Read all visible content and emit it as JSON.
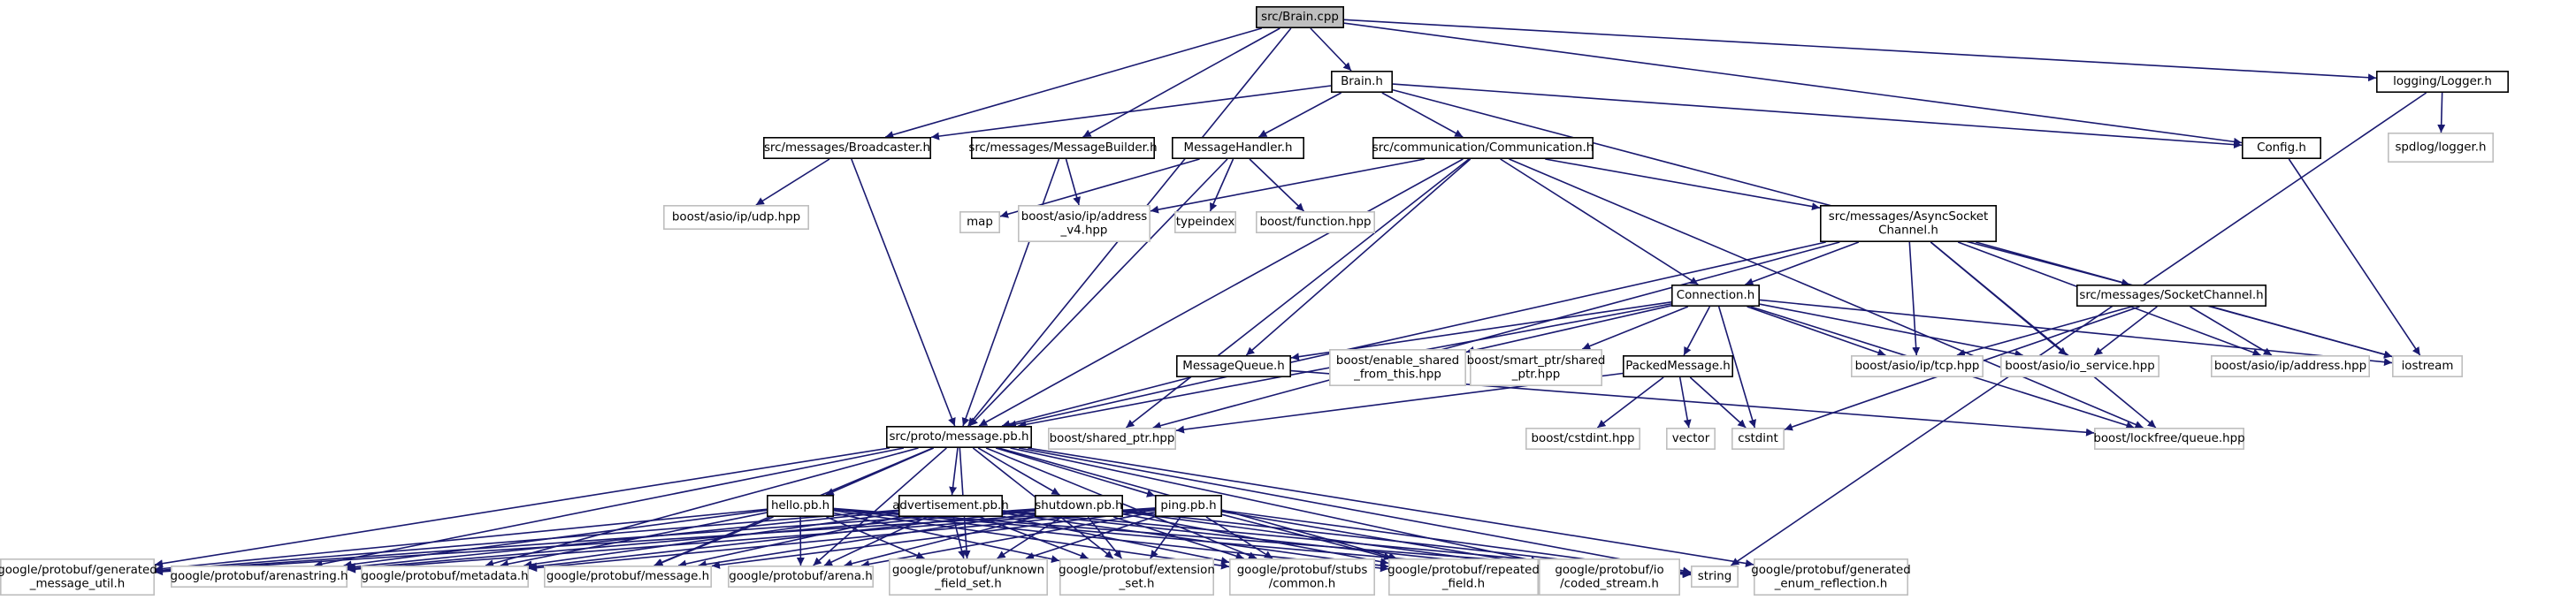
{
  "colors": {
    "edge": "#191970",
    "root_fill": "#bfbfbf",
    "project_border": "#000000",
    "external_border": "#bfbfbf",
    "text": "#000000",
    "background": "#ffffff"
  },
  "nodes": [
    {
      "id": "brain_cpp",
      "lines": [
        "src/Brain.cpp"
      ],
      "kind": "root"
    },
    {
      "id": "brain_h",
      "lines": [
        "Brain.h"
      ],
      "kind": "project"
    },
    {
      "id": "logger_h",
      "lines": [
        "logging/Logger.h"
      ],
      "kind": "project"
    },
    {
      "id": "broadcaster_h",
      "lines": [
        "src/messages/Broadcaster.h"
      ],
      "kind": "project"
    },
    {
      "id": "messagebuilder_h",
      "lines": [
        "src/messages/MessageBuilder.h"
      ],
      "kind": "project"
    },
    {
      "id": "messagehandler_h",
      "lines": [
        "MessageHandler.h"
      ],
      "kind": "project"
    },
    {
      "id": "communication_h",
      "lines": [
        "src/communication/Communication.h"
      ],
      "kind": "project"
    },
    {
      "id": "config_h",
      "lines": [
        "Config.h"
      ],
      "kind": "project"
    },
    {
      "id": "spdlog_logger_h",
      "lines": [
        "spdlog/logger.h"
      ],
      "kind": "external"
    },
    {
      "id": "boost_udp",
      "lines": [
        "boost/asio/ip/udp.hpp"
      ],
      "kind": "external"
    },
    {
      "id": "map",
      "lines": [
        "map"
      ],
      "kind": "external"
    },
    {
      "id": "boost_address_v4",
      "lines": [
        "boost/asio/ip/address",
        "_v4.hpp"
      ],
      "kind": "external"
    },
    {
      "id": "typeindex",
      "lines": [
        "typeindex"
      ],
      "kind": "external"
    },
    {
      "id": "boost_function",
      "lines": [
        "boost/function.hpp"
      ],
      "kind": "external"
    },
    {
      "id": "asyncsocketchannel_h",
      "lines": [
        "src/messages/AsyncSocket",
        "Channel.h"
      ],
      "kind": "project"
    },
    {
      "id": "connection_h",
      "lines": [
        "Connection.h"
      ],
      "kind": "project"
    },
    {
      "id": "socketchannel_h",
      "lines": [
        "src/messages/SocketChannel.h"
      ],
      "kind": "project"
    },
    {
      "id": "messagequeue_h",
      "lines": [
        "MessageQueue.h"
      ],
      "kind": "project"
    },
    {
      "id": "boost_enable_shared",
      "lines": [
        "boost/enable_shared",
        "_from_this.hpp"
      ],
      "kind": "external"
    },
    {
      "id": "boost_smart_ptr_shared",
      "lines": [
        "boost/smart_ptr/shared",
        "_ptr.hpp"
      ],
      "kind": "external"
    },
    {
      "id": "packedmessage_h",
      "lines": [
        "PackedMessage.h"
      ],
      "kind": "project"
    },
    {
      "id": "boost_tcp",
      "lines": [
        "boost/asio/ip/tcp.hpp"
      ],
      "kind": "external"
    },
    {
      "id": "boost_io_service",
      "lines": [
        "boost/asio/io_service.hpp"
      ],
      "kind": "external"
    },
    {
      "id": "boost_address",
      "lines": [
        "boost/asio/ip/address.hpp"
      ],
      "kind": "external"
    },
    {
      "id": "iostream",
      "lines": [
        "iostream"
      ],
      "kind": "external"
    },
    {
      "id": "message_pb_h",
      "lines": [
        "src/proto/message.pb.h"
      ],
      "kind": "project"
    },
    {
      "id": "boost_shared_ptr",
      "lines": [
        "boost/shared_ptr.hpp"
      ],
      "kind": "external"
    },
    {
      "id": "boost_cstdint",
      "lines": [
        "boost/cstdint.hpp"
      ],
      "kind": "external"
    },
    {
      "id": "vector",
      "lines": [
        "vector"
      ],
      "kind": "external"
    },
    {
      "id": "cstdint",
      "lines": [
        "cstdint"
      ],
      "kind": "external"
    },
    {
      "id": "boost_lockfree_queue",
      "lines": [
        "boost/lockfree/queue.hpp"
      ],
      "kind": "external"
    },
    {
      "id": "hello_pb_h",
      "lines": [
        "hello.pb.h"
      ],
      "kind": "project"
    },
    {
      "id": "advertisement_pb_h",
      "lines": [
        "advertisement.pb.h"
      ],
      "kind": "project"
    },
    {
      "id": "shutdown_pb_h",
      "lines": [
        "shutdown.pb.h"
      ],
      "kind": "project"
    },
    {
      "id": "ping_pb_h",
      "lines": [
        "ping.pb.h"
      ],
      "kind": "project"
    },
    {
      "id": "gp_generated_message_util",
      "lines": [
        "google/protobuf/generated",
        "_message_util.h"
      ],
      "kind": "external"
    },
    {
      "id": "gp_arenastring",
      "lines": [
        "google/protobuf/arenastring.h"
      ],
      "kind": "external"
    },
    {
      "id": "gp_metadata",
      "lines": [
        "google/protobuf/metadata.h"
      ],
      "kind": "external"
    },
    {
      "id": "gp_message",
      "lines": [
        "google/protobuf/message.h"
      ],
      "kind": "external"
    },
    {
      "id": "gp_arena",
      "lines": [
        "google/protobuf/arena.h"
      ],
      "kind": "external"
    },
    {
      "id": "gp_unknown_field_set",
      "lines": [
        "google/protobuf/unknown",
        "_field_set.h"
      ],
      "kind": "external"
    },
    {
      "id": "gp_extension_set",
      "lines": [
        "google/protobuf/extension",
        "_set.h"
      ],
      "kind": "external"
    },
    {
      "id": "gp_stubs_common",
      "lines": [
        "google/protobuf/stubs",
        "/common.h"
      ],
      "kind": "external"
    },
    {
      "id": "gp_repeated_field",
      "lines": [
        "google/protobuf/repeated",
        "_field.h"
      ],
      "kind": "external"
    },
    {
      "id": "gp_io_coded_stream",
      "lines": [
        "google/protobuf/io",
        "/coded_stream.h"
      ],
      "kind": "external"
    },
    {
      "id": "string",
      "lines": [
        "string"
      ],
      "kind": "external"
    },
    {
      "id": "gp_generated_enum_reflection",
      "lines": [
        "google/protobuf/generated",
        "_enum_reflection.h"
      ],
      "kind": "external"
    }
  ],
  "edges": [
    [
      "brain_cpp",
      "brain_h"
    ],
    [
      "brain_cpp",
      "logger_h"
    ],
    [
      "brain_cpp",
      "broadcaster_h"
    ],
    [
      "brain_cpp",
      "messagebuilder_h"
    ],
    [
      "brain_cpp",
      "config_h"
    ],
    [
      "brain_cpp",
      "message_pb_h"
    ],
    [
      "brain_h",
      "broadcaster_h"
    ],
    [
      "brain_h",
      "messagehandler_h"
    ],
    [
      "brain_h",
      "communication_h"
    ],
    [
      "brain_h",
      "config_h"
    ],
    [
      "brain_h",
      "socketchannel_h"
    ],
    [
      "logger_h",
      "spdlog_logger_h"
    ],
    [
      "logger_h",
      "string"
    ],
    [
      "broadcaster_h",
      "boost_udp"
    ],
    [
      "broadcaster_h",
      "message_pb_h"
    ],
    [
      "messagebuilder_h",
      "boost_address_v4"
    ],
    [
      "messagebuilder_h",
      "message_pb_h"
    ],
    [
      "messagehandler_h",
      "map"
    ],
    [
      "messagehandler_h",
      "typeindex"
    ],
    [
      "messagehandler_h",
      "boost_function"
    ],
    [
      "messagehandler_h",
      "message_pb_h"
    ],
    [
      "communication_h",
      "boost_address_v4"
    ],
    [
      "communication_h",
      "asyncsocketchannel_h"
    ],
    [
      "communication_h",
      "connection_h"
    ],
    [
      "communication_h",
      "messagequeue_h"
    ],
    [
      "communication_h",
      "message_pb_h"
    ],
    [
      "communication_h",
      "boost_shared_ptr"
    ],
    [
      "communication_h",
      "boost_lockfree_queue"
    ],
    [
      "config_h",
      "iostream"
    ],
    [
      "asyncsocketchannel_h",
      "connection_h"
    ],
    [
      "asyncsocketchannel_h",
      "boost_tcp"
    ],
    [
      "asyncsocketchannel_h",
      "boost_io_service"
    ],
    [
      "asyncsocketchannel_h",
      "boost_address"
    ],
    [
      "asyncsocketchannel_h",
      "iostream"
    ],
    [
      "asyncsocketchannel_h",
      "message_pb_h"
    ],
    [
      "asyncsocketchannel_h",
      "boost_shared_ptr"
    ],
    [
      "asyncsocketchannel_h",
      "boost_lockfree_queue"
    ],
    [
      "connection_h",
      "messagequeue_h"
    ],
    [
      "connection_h",
      "boost_enable_shared"
    ],
    [
      "connection_h",
      "boost_smart_ptr_shared"
    ],
    [
      "connection_h",
      "packedmessage_h"
    ],
    [
      "connection_h",
      "boost_tcp"
    ],
    [
      "connection_h",
      "boost_io_service"
    ],
    [
      "connection_h",
      "iostream"
    ],
    [
      "connection_h",
      "cstdint"
    ],
    [
      "connection_h",
      "boost_lockfree_queue"
    ],
    [
      "connection_h",
      "message_pb_h"
    ],
    [
      "socketchannel_h",
      "boost_tcp"
    ],
    [
      "socketchannel_h",
      "boost_io_service"
    ],
    [
      "socketchannel_h",
      "boost_address"
    ],
    [
      "socketchannel_h",
      "iostream"
    ],
    [
      "socketchannel_h",
      "cstdint"
    ],
    [
      "messagequeue_h",
      "message_pb_h"
    ],
    [
      "messagequeue_h",
      "boost_lockfree_queue"
    ],
    [
      "packedmessage_h",
      "boost_shared_ptr"
    ],
    [
      "packedmessage_h",
      "boost_cstdint"
    ],
    [
      "packedmessage_h",
      "vector"
    ],
    [
      "packedmessage_h",
      "cstdint"
    ],
    [
      "message_pb_h",
      "hello_pb_h"
    ],
    [
      "message_pb_h",
      "advertisement_pb_h"
    ],
    [
      "message_pb_h",
      "shutdown_pb_h"
    ],
    [
      "message_pb_h",
      "ping_pb_h"
    ],
    [
      "message_pb_h",
      "gp_generated_message_util"
    ],
    [
      "message_pb_h",
      "gp_arenastring"
    ],
    [
      "message_pb_h",
      "gp_metadata"
    ],
    [
      "message_pb_h",
      "gp_message"
    ],
    [
      "message_pb_h",
      "gp_arena"
    ],
    [
      "message_pb_h",
      "gp_unknown_field_set"
    ],
    [
      "message_pb_h",
      "gp_extension_set"
    ],
    [
      "message_pb_h",
      "gp_stubs_common"
    ],
    [
      "message_pb_h",
      "gp_repeated_field"
    ],
    [
      "message_pb_h",
      "gp_io_coded_stream"
    ],
    [
      "message_pb_h",
      "string"
    ],
    [
      "message_pb_h",
      "gp_generated_enum_reflection"
    ],
    [
      "hello_pb_h",
      "gp_generated_message_util"
    ],
    [
      "hello_pb_h",
      "gp_arenastring"
    ],
    [
      "hello_pb_h",
      "gp_metadata"
    ],
    [
      "hello_pb_h",
      "gp_message"
    ],
    [
      "hello_pb_h",
      "gp_arena"
    ],
    [
      "hello_pb_h",
      "gp_unknown_field_set"
    ],
    [
      "hello_pb_h",
      "gp_extension_set"
    ],
    [
      "hello_pb_h",
      "gp_stubs_common"
    ],
    [
      "hello_pb_h",
      "gp_repeated_field"
    ],
    [
      "hello_pb_h",
      "gp_io_coded_stream"
    ],
    [
      "hello_pb_h",
      "string"
    ],
    [
      "advertisement_pb_h",
      "gp_generated_message_util"
    ],
    [
      "advertisement_pb_h",
      "gp_arenastring"
    ],
    [
      "advertisement_pb_h",
      "gp_metadata"
    ],
    [
      "advertisement_pb_h",
      "gp_message"
    ],
    [
      "advertisement_pb_h",
      "gp_arena"
    ],
    [
      "advertisement_pb_h",
      "gp_unknown_field_set"
    ],
    [
      "advertisement_pb_h",
      "gp_extension_set"
    ],
    [
      "advertisement_pb_h",
      "gp_stubs_common"
    ],
    [
      "advertisement_pb_h",
      "gp_repeated_field"
    ],
    [
      "advertisement_pb_h",
      "gp_io_coded_stream"
    ],
    [
      "advertisement_pb_h",
      "string"
    ],
    [
      "shutdown_pb_h",
      "gp_generated_message_util"
    ],
    [
      "shutdown_pb_h",
      "gp_arenastring"
    ],
    [
      "shutdown_pb_h",
      "gp_metadata"
    ],
    [
      "shutdown_pb_h",
      "gp_message"
    ],
    [
      "shutdown_pb_h",
      "gp_arena"
    ],
    [
      "shutdown_pb_h",
      "gp_unknown_field_set"
    ],
    [
      "shutdown_pb_h",
      "gp_extension_set"
    ],
    [
      "shutdown_pb_h",
      "gp_stubs_common"
    ],
    [
      "shutdown_pb_h",
      "gp_repeated_field"
    ],
    [
      "shutdown_pb_h",
      "gp_io_coded_stream"
    ],
    [
      "shutdown_pb_h",
      "string"
    ],
    [
      "ping_pb_h",
      "gp_generated_message_util"
    ],
    [
      "ping_pb_h",
      "gp_arenastring"
    ],
    [
      "ping_pb_h",
      "gp_metadata"
    ],
    [
      "ping_pb_h",
      "gp_message"
    ],
    [
      "ping_pb_h",
      "gp_arena"
    ],
    [
      "ping_pb_h",
      "gp_unknown_field_set"
    ],
    [
      "ping_pb_h",
      "gp_extension_set"
    ],
    [
      "ping_pb_h",
      "gp_stubs_common"
    ],
    [
      "ping_pb_h",
      "gp_repeated_field"
    ],
    [
      "ping_pb_h",
      "gp_io_coded_stream"
    ],
    [
      "ping_pb_h",
      "string"
    ]
  ]
}
